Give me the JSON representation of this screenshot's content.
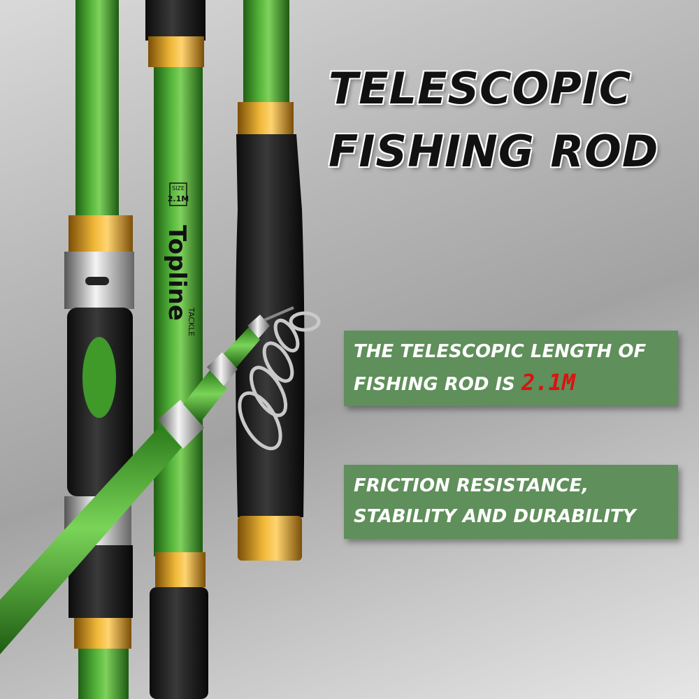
{
  "headline": {
    "line1": "TELESCOPIC",
    "line2": "FISHING ROD"
  },
  "panels": [
    {
      "text": "THE TELESCOPIC LENGTH OF FISHING ROD IS ",
      "highlight": "2.1M"
    },
    {
      "text": "FRICTION RESISTANCE, STABILITY AND DURABILITY"
    }
  ],
  "rod_marks": {
    "size_label": "SIZE",
    "size_value": "2.1M",
    "brand": "Topline",
    "brand_sub": "TACKLE"
  },
  "colors": {
    "rod_green": "#3f9a2a",
    "gold_ring": "#d49a20",
    "panel_green": "#5f8f5a",
    "highlight_red": "#e01010"
  }
}
